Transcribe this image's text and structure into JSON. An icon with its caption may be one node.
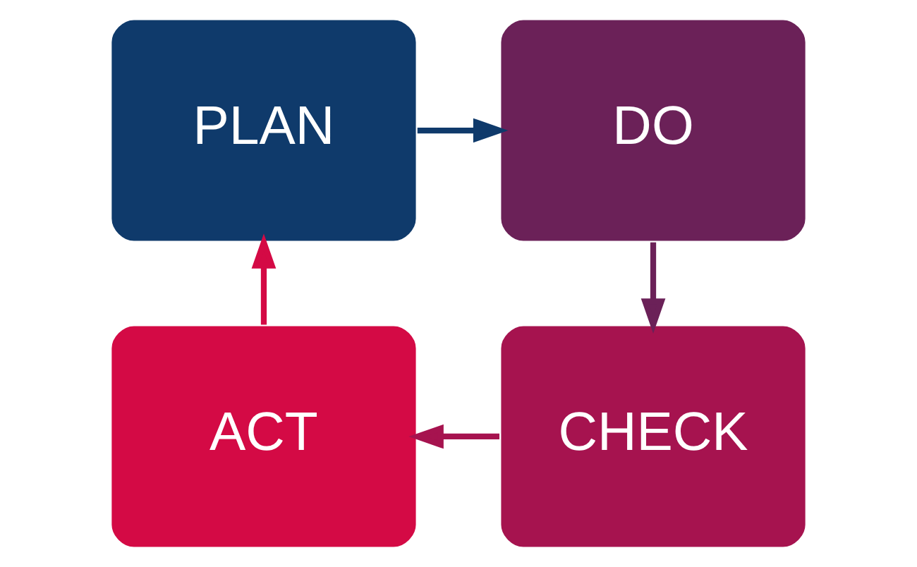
{
  "diagram": {
    "nodes": [
      {
        "text": [
          "PLAN"
        ]
      },
      {
        "text": [
          "DO"
        ]
      },
      {
        "text": [
          "ACT"
        ]
      },
      {
        "text": [
          "CHECK"
        ]
      }
    ],
    "edges": [
      {
        "from": 0,
        "to": 1,
        "arrow": "to",
        "color": "#0f3a6b"
      },
      {
        "from": 1,
        "to": 3,
        "arrow": "to",
        "color": "#6b2158"
      },
      {
        "from": 3,
        "to": 2,
        "arrow": "to",
        "color": "#a6134f"
      },
      {
        "from": 2,
        "to": 0,
        "arrow": "to",
        "color": "#d40a45"
      }
    ]
  }
}
